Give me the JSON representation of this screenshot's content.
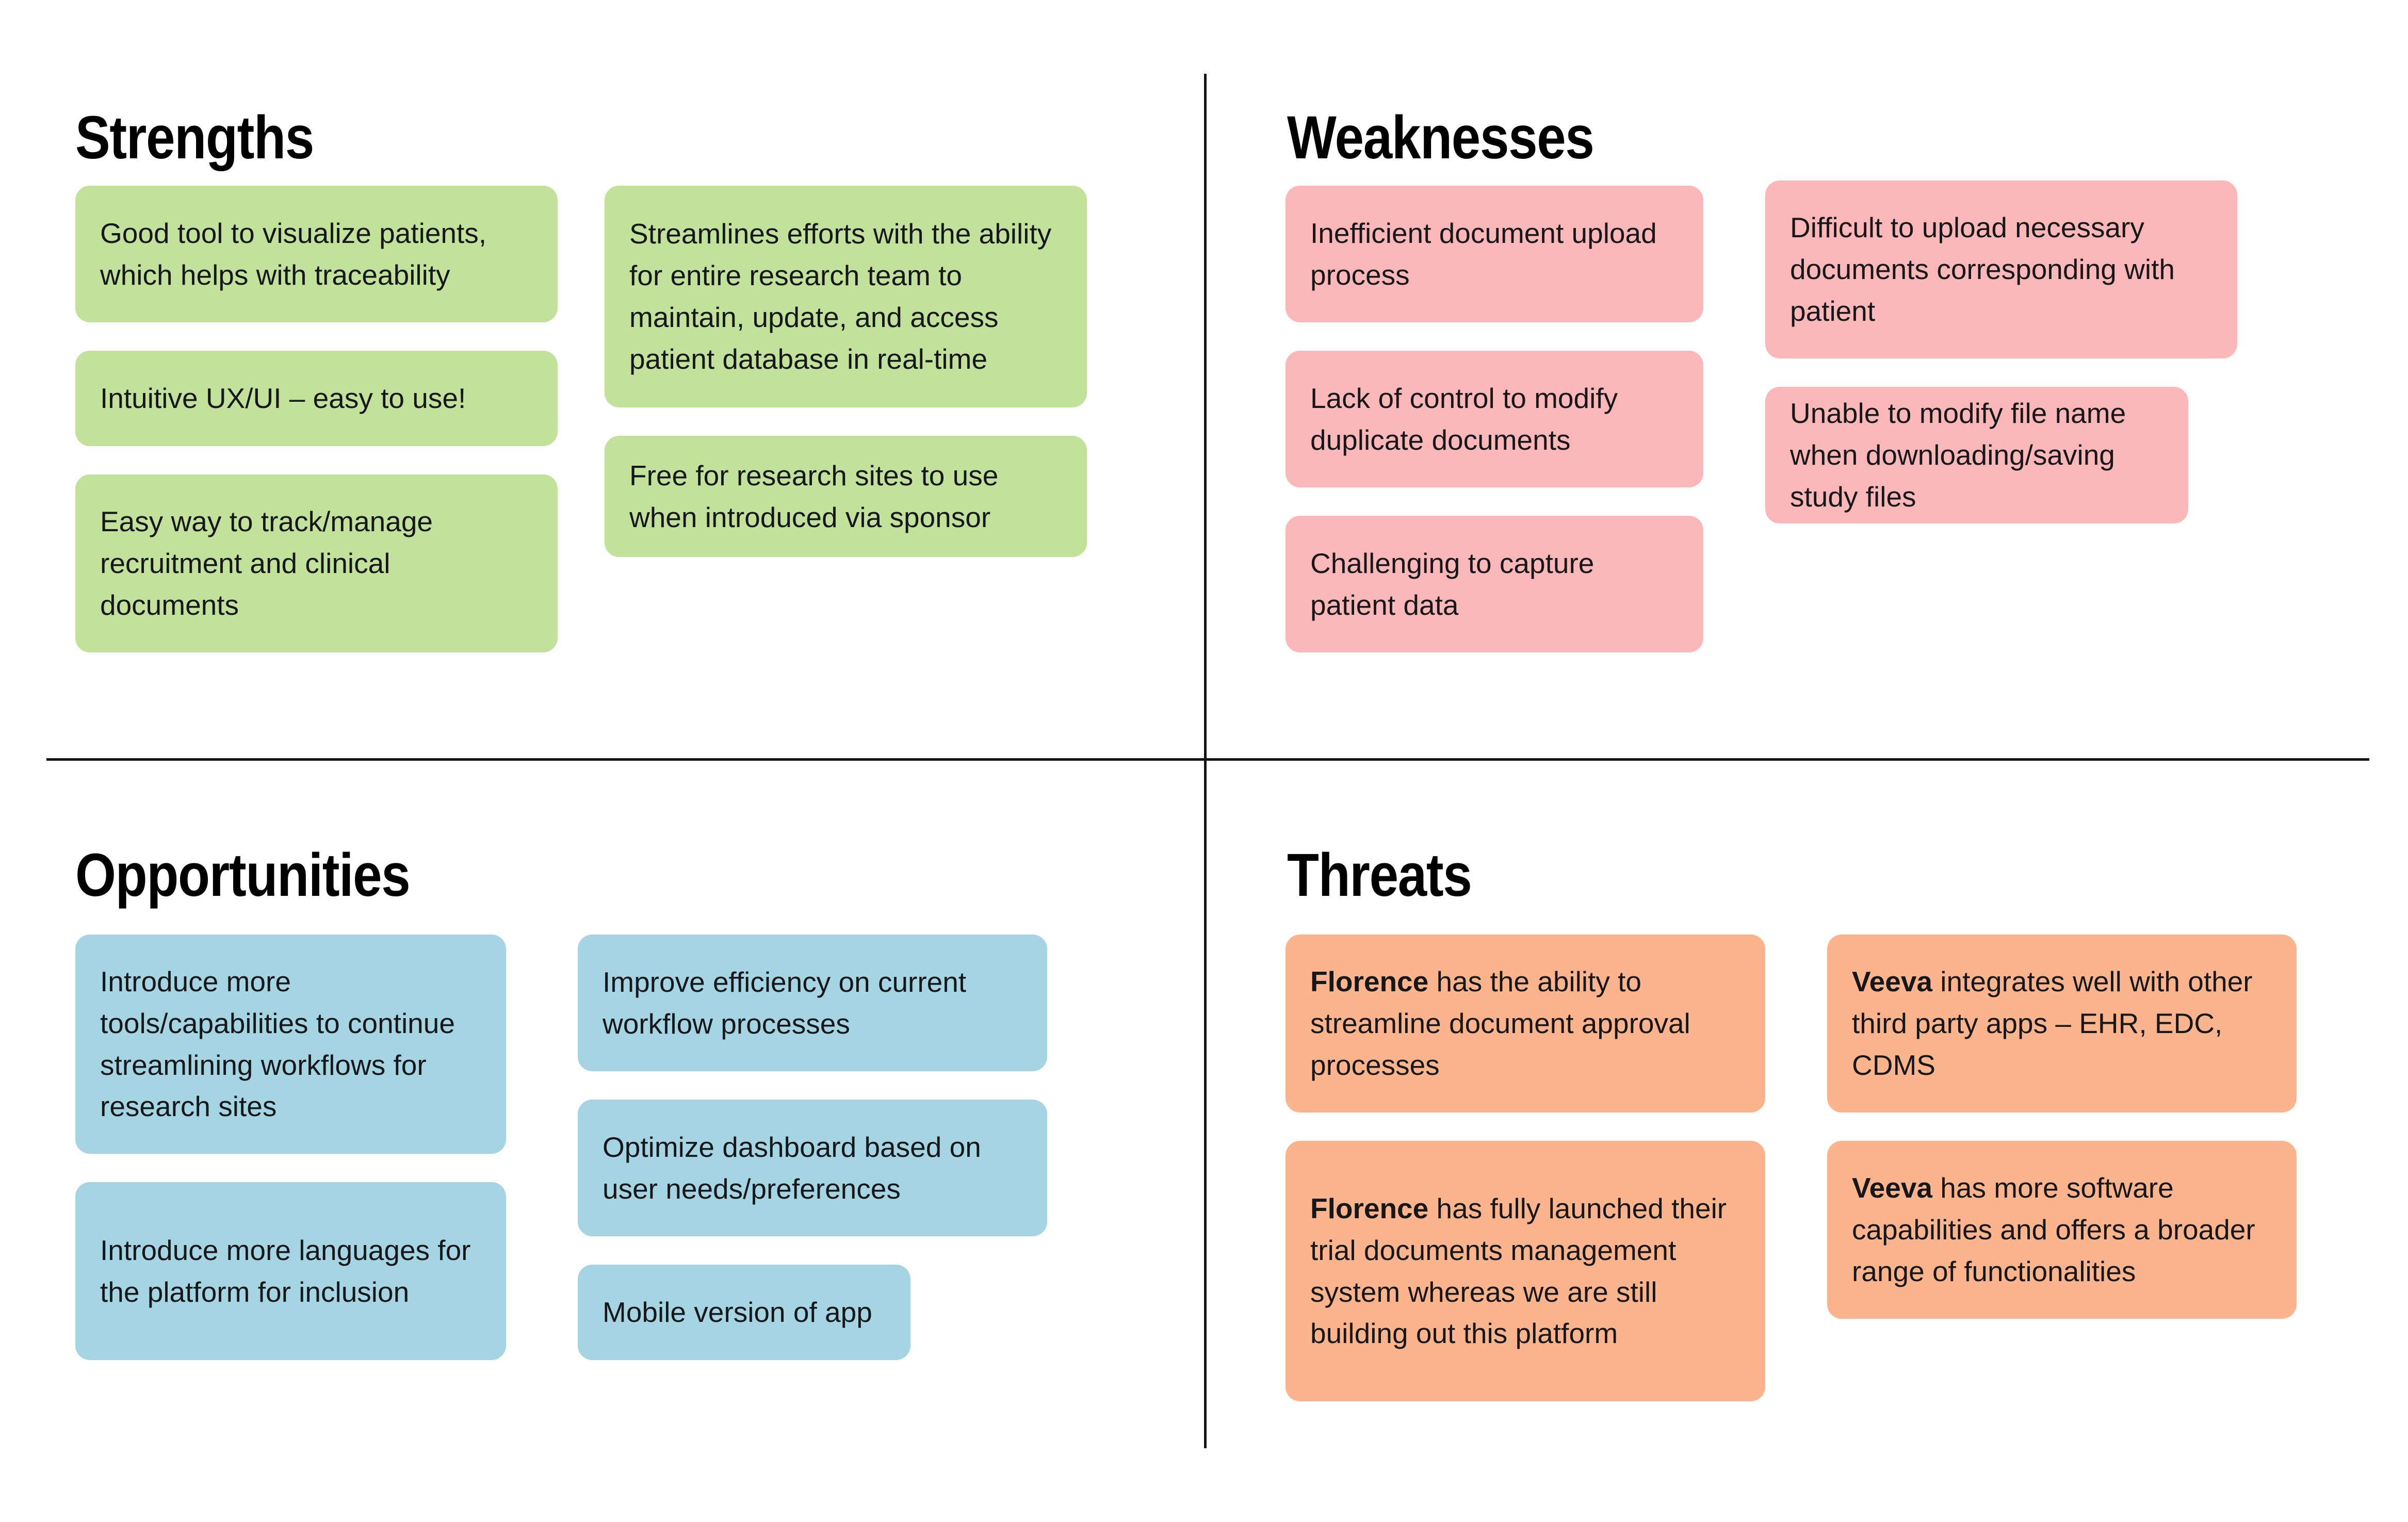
{
  "quadrants": {
    "strengths": {
      "title": "Strengths",
      "accent": "#c2e29c",
      "columns": [
        {
          "cards": [
            {
              "text": "Good tool to visualize patients, which helps with traceability"
            },
            {
              "text": "Intuitive UX/UI – easy to use!"
            },
            {
              "text": "Easy way to track/manage recruitment and clinical documents"
            }
          ]
        },
        {
          "cards": [
            {
              "text": "Streamlines efforts with the ability for entire research team to maintain, update, and access patient database in real-time"
            },
            {
              "text": "Free for research sites to use when introduced via sponsor"
            }
          ]
        }
      ]
    },
    "weaknesses": {
      "title": "Weaknesses",
      "accent": "#fcb8b8",
      "columns": [
        {
          "cards": [
            {
              "text": "Inefficient document upload process"
            },
            {
              "text": "Lack of control to modify duplicate documents"
            },
            {
              "text": "Challenging to capture patient data"
            }
          ]
        },
        {
          "cards": [
            {
              "text": "Difficult to upload necessary documents corresponding with patient"
            },
            {
              "text": "Unable to modify file name when downloading/saving study files"
            }
          ]
        }
      ]
    },
    "opportunities": {
      "title": "Opportunities",
      "accent": "#a5d5e2",
      "columns": [
        {
          "cards": [
            {
              "text": "Introduce more tools/capabilities to continue streamlining workflows for research sites"
            },
            {
              "text": "Introduce more languages for the platform for inclusion"
            }
          ]
        },
        {
          "cards": [
            {
              "text": "Improve efficiency on current workflow processes"
            },
            {
              "text": "Optimize dashboard based on user needs/preferences"
            },
            {
              "text": "Mobile version of app"
            }
          ]
        }
      ]
    },
    "threats": {
      "title": "Threats",
      "accent": "#fcb48c",
      "columns": [
        {
          "cards": [
            {
              "bold": "Florence",
              "text": " has the ability to streamline document approval processes"
            },
            {
              "bold": "Florence",
              "text": " has fully launched their trial documents management system whereas we are still building out this platform"
            }
          ]
        },
        {
          "cards": [
            {
              "bold": "Veeva",
              "text": " integrates well with other third party apps – EHR, EDC, CDMS"
            },
            {
              "bold": "Veeva",
              "text": " has more software capabilities and offers a broader range of functionalities"
            }
          ]
        }
      ]
    }
  }
}
